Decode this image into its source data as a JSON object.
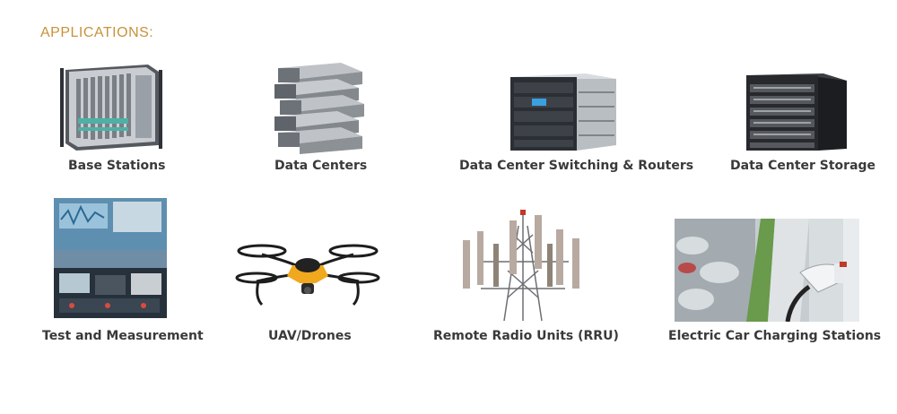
{
  "heading": "APPLICATIONS:",
  "colors": {
    "accent": "#c8923a",
    "label": "#3a3a3a"
  },
  "applications": [
    {
      "label": "Base Stations",
      "icon": "base-station-image"
    },
    {
      "label": "Data Centers",
      "icon": "server-stack-image"
    },
    {
      "label": "Data Center Switching & Routers",
      "icon": "rack-switch-image"
    },
    {
      "label": "Data Center Storage",
      "icon": "storage-rack-image"
    },
    {
      "label": "Test and Measurement",
      "icon": "lab-equipment-image"
    },
    {
      "label": "UAV/Drones",
      "icon": "drone-image"
    },
    {
      "label": "Remote Radio Units (RRU)",
      "icon": "cell-tower-image"
    },
    {
      "label": "Electric Car Charging Stations",
      "icon": "ev-charger-image"
    }
  ]
}
